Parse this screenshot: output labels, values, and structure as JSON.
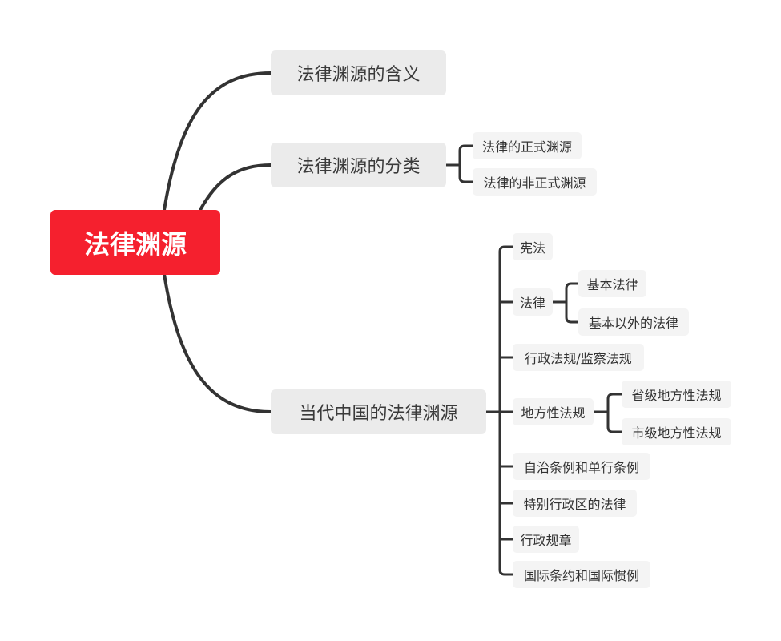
{
  "root": {
    "label": "法律渊源"
  },
  "branches": [
    {
      "label": "法律渊源的含义"
    },
    {
      "label": "法律渊源的分类",
      "children": [
        {
          "label": "法律的正式渊源"
        },
        {
          "label": "法律的非正式渊源"
        }
      ]
    },
    {
      "label": "当代中国的法律渊源",
      "children": [
        {
          "label": "宪法"
        },
        {
          "label": "法律",
          "children": [
            {
              "label": "基本法律"
            },
            {
              "label": "基本以外的法律"
            }
          ]
        },
        {
          "label": "行政法规/监察法规"
        },
        {
          "label": "地方性法规",
          "children": [
            {
              "label": "省级地方性法规"
            },
            {
              "label": "市级地方性法规"
            }
          ]
        },
        {
          "label": "自治条例和单行条例"
        },
        {
          "label": "特别行政区的法律"
        },
        {
          "label": "行政规章"
        },
        {
          "label": "国际条约和国际惯例"
        }
      ]
    }
  ],
  "colors": {
    "root_fill": "#f5202e",
    "branch_fill": "#ebebeb",
    "leaf_fill": "#f4f4f4",
    "edge": "#333333"
  }
}
